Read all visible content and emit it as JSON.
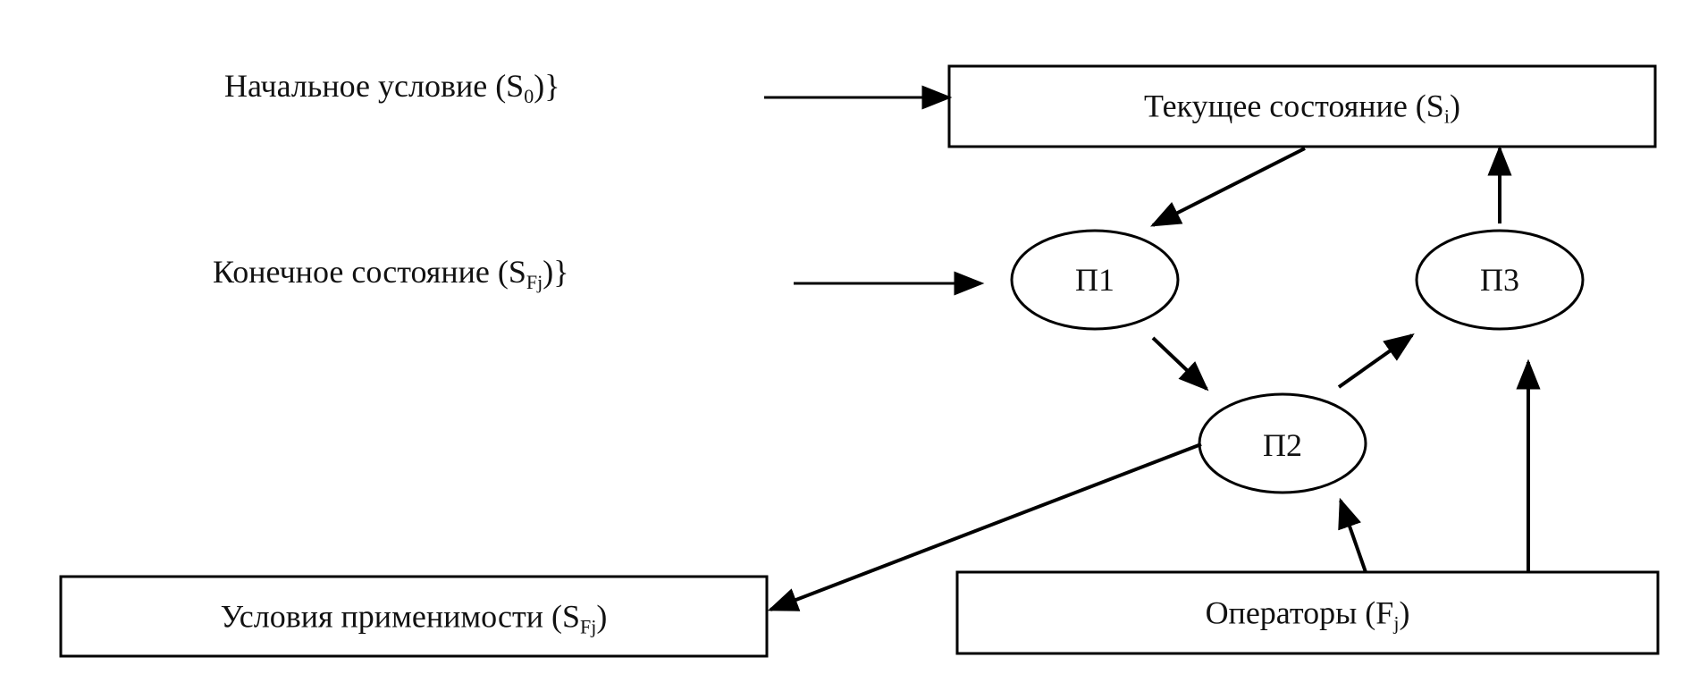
{
  "diagram": {
    "initial_condition": {
      "text": "Начальное условие (S",
      "sub": "0",
      "tail": ")}"
    },
    "final_state": {
      "text": "Конечное состояние (S",
      "sub": "Fj",
      "tail": ")}"
    },
    "current_state": {
      "text": "Текущее состояние (S",
      "sub": "i",
      "tail": ")"
    },
    "applicability": {
      "text": "Условия применимости (S",
      "sub": "Fj",
      "tail": ")"
    },
    "operators": {
      "text": "Операторы (F",
      "sub": "j",
      "tail": ")"
    },
    "p1": "П1",
    "p2": "П2",
    "p3": "П3"
  }
}
